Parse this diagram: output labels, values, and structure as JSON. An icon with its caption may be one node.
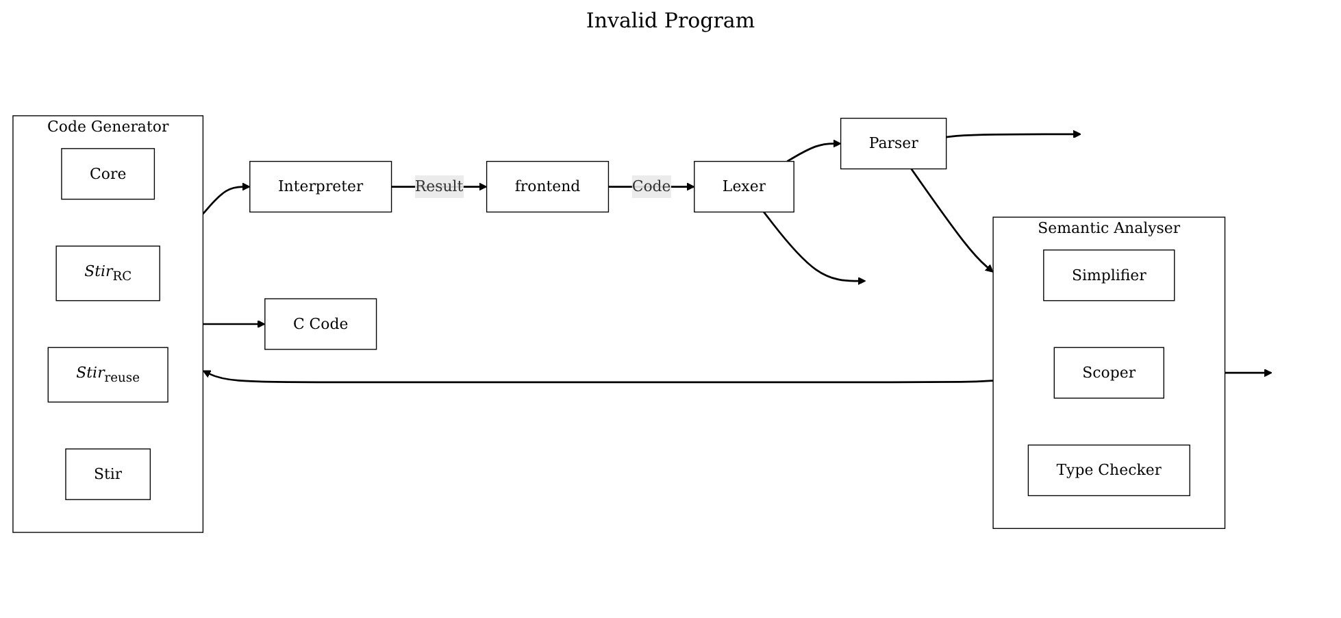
{
  "diagram": {
    "nodes": [
      {
        "text": [
          "frontend"
        ]
      },
      {
        "text": [
          "Lexer"
        ]
      },
      {
        "text": [
          "Parser"
        ]
      },
      {
        "text": [
          "Semantic Analyser"
        ]
      },
      {
        "text": [
          "Simplifier"
        ],
        "in": 3
      },
      {
        "text": [
          "Scoper"
        ],
        "in": 3
      },
      {
        "text": [
          "Type Checker"
        ],
        "in": 3
      },
      {
        "text": [
          "Code Generator"
        ]
      },
      {
        "text": [
          "Core"
        ],
        "in": 7
      },
      {
        "text": [
          "*Stir*$_{RC}$"
        ],
        "in": 7
      },
      {
        "text": [
          "*Stir*$_{reuse}$"
        ],
        "in": 7
      },
      {
        "text": [
          "Stir"
        ],
        "in": 7
      },
      {
        "text": [
          "Interpreter"
        ]
      },
      {
        "text": [
          "C Code"
        ]
      }
    ],
    "edges": [
      {
        "from": 0,
        "to": 1,
        "arrow": "to",
        "label": "Code"
      },
      {
        "from": 1,
        "to": 2,
        "arrow": "to"
      },
      {
        "from": 2,
        "to": 3,
        "arrow": "to"
      },
      {
        "from": 3,
        "to": 7,
        "arrow": "to"
      },
      {
        "from": 7,
        "to": 12,
        "arrow": "to"
      },
      {
        "from": 12,
        "to": 0,
        "arrow": "to",
        "label": "Result"
      },
      {
        "from": 1,
        "to": null,
        "arrow": "to"
      },
      {
        "from": 2,
        "to": null,
        "arrow": "to"
      },
      {
        "from": 3,
        "to": null,
        "arrow": "to"
      },
      {
        "from": 7,
        "to": 13,
        "arrow": "to"
      }
    ],
    "labels": [
      "Invalid Program"
    ]
  }
}
